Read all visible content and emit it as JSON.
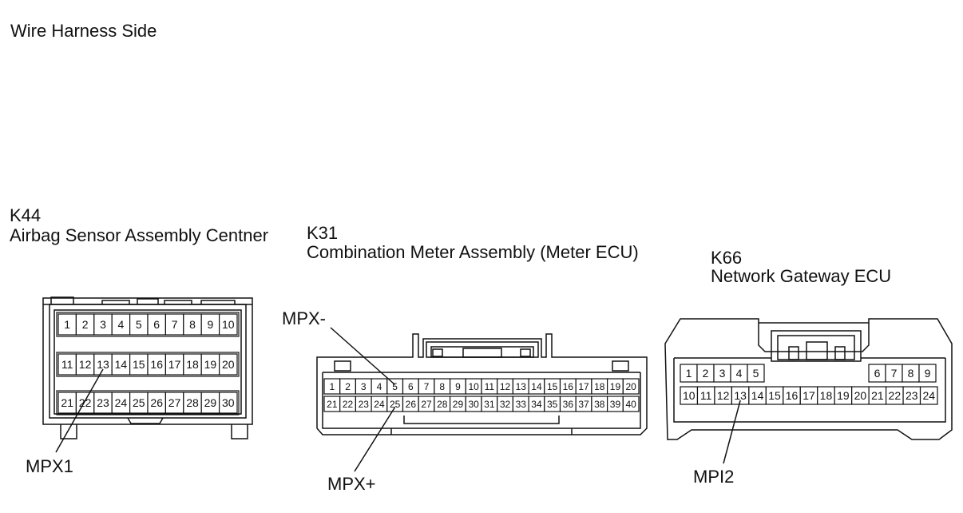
{
  "page_title": "Wire Harness Side",
  "connectors": [
    {
      "id": "K44",
      "name": "Airbag Sensor Assembly Centner",
      "rows": [
        [
          "1",
          "2",
          "3",
          "4",
          "5",
          "6",
          "7",
          "8",
          "9",
          "10"
        ],
        [
          "11",
          "12",
          "13",
          "14",
          "15",
          "16",
          "17",
          "18",
          "19",
          "20"
        ],
        [
          "21",
          "22",
          "23",
          "24",
          "25",
          "26",
          "27",
          "28",
          "29",
          "30"
        ]
      ],
      "callouts": [
        {
          "label": "MPX1",
          "pin": "13"
        }
      ]
    },
    {
      "id": "K31",
      "name": "Combination Meter Assembly (Meter ECU)",
      "rows": [
        [
          "1",
          "2",
          "3",
          "4",
          "5",
          "6",
          "7",
          "8",
          "9",
          "10",
          "11",
          "12",
          "13",
          "14",
          "15",
          "16",
          "17",
          "18",
          "19",
          "20"
        ],
        [
          "21",
          "22",
          "23",
          "24",
          "25",
          "26",
          "27",
          "28",
          "29",
          "30",
          "31",
          "32",
          "33",
          "34",
          "35",
          "36",
          "37",
          "38",
          "39",
          "40"
        ]
      ],
      "callouts": [
        {
          "label": "MPX-",
          "pin": "5"
        },
        {
          "label": "MPX+",
          "pin": "25"
        }
      ]
    },
    {
      "id": "K66",
      "name": "Network Gateway ECU",
      "rows": [
        [
          "1",
          "2",
          "3",
          "4",
          "5",
          "6",
          "7",
          "8",
          "9"
        ],
        [
          "10",
          "11",
          "12",
          "13",
          "14",
          "15",
          "16",
          "17",
          "18",
          "19",
          "20",
          "21",
          "22",
          "23",
          "24"
        ]
      ],
      "callouts": [
        {
          "label": "MPI2",
          "pin": "13"
        }
      ]
    }
  ]
}
